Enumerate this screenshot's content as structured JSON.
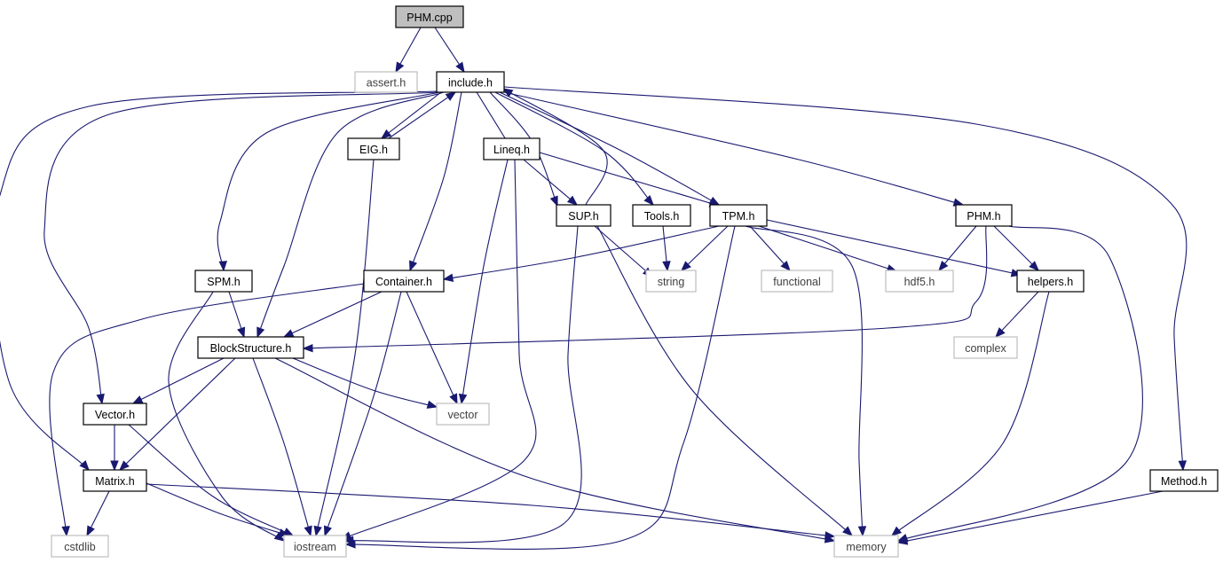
{
  "graph": {
    "nodes": [
      {
        "id": "phm_cpp",
        "label": "PHM.cpp",
        "kind": "root"
      },
      {
        "id": "assert_h",
        "label": "assert.h",
        "kind": "ext"
      },
      {
        "id": "include_h",
        "label": "include.h",
        "kind": "file"
      },
      {
        "id": "eig_h",
        "label": "EIG.h",
        "kind": "file"
      },
      {
        "id": "lineq_h",
        "label": "Lineq.h",
        "kind": "file"
      },
      {
        "id": "sup_h",
        "label": "SUP.h",
        "kind": "file"
      },
      {
        "id": "tools_h",
        "label": "Tools.h",
        "kind": "file"
      },
      {
        "id": "tpm_h",
        "label": "TPM.h",
        "kind": "file"
      },
      {
        "id": "phm_h",
        "label": "PHM.h",
        "kind": "file"
      },
      {
        "id": "spm_h",
        "label": "SPM.h",
        "kind": "file"
      },
      {
        "id": "container_h",
        "label": "Container.h",
        "kind": "file"
      },
      {
        "id": "string",
        "label": "string",
        "kind": "ext"
      },
      {
        "id": "functional",
        "label": "functional",
        "kind": "ext"
      },
      {
        "id": "hdf5_h",
        "label": "hdf5.h",
        "kind": "ext"
      },
      {
        "id": "helpers_h",
        "label": "helpers.h",
        "kind": "file"
      },
      {
        "id": "blockstructure_h",
        "label": "BlockStructure.h",
        "kind": "file"
      },
      {
        "id": "complex",
        "label": "complex",
        "kind": "ext"
      },
      {
        "id": "vector_h",
        "label": "Vector.h",
        "kind": "file"
      },
      {
        "id": "vector",
        "label": "vector",
        "kind": "ext"
      },
      {
        "id": "matrix_h",
        "label": "Matrix.h",
        "kind": "file"
      },
      {
        "id": "method_h",
        "label": "Method.h",
        "kind": "file"
      },
      {
        "id": "cstdlib",
        "label": "cstdlib",
        "kind": "ext"
      },
      {
        "id": "iostream",
        "label": "iostream",
        "kind": "ext"
      },
      {
        "id": "memory",
        "label": "memory",
        "kind": "ext"
      }
    ],
    "edges": [
      [
        "phm_cpp",
        "assert_h"
      ],
      [
        "phm_cpp",
        "include_h"
      ],
      [
        "include_h",
        "eig_h"
      ],
      [
        "eig_h",
        "include_h"
      ],
      [
        "include_h",
        "lineq_h"
      ],
      [
        "include_h",
        "sup_h"
      ],
      [
        "sup_h",
        "include_h"
      ],
      [
        "include_h",
        "tools_h"
      ],
      [
        "include_h",
        "tpm_h"
      ],
      [
        "include_h",
        "phm_h"
      ],
      [
        "include_h",
        "method_h"
      ],
      [
        "include_h",
        "spm_h"
      ],
      [
        "include_h",
        "container_h"
      ],
      [
        "include_h",
        "blockstructure_h"
      ],
      [
        "include_h",
        "vector_h"
      ],
      [
        "include_h",
        "matrix_h"
      ],
      [
        "eig_h",
        "iostream"
      ],
      [
        "lineq_h",
        "sup_h"
      ],
      [
        "lineq_h",
        "tpm_h"
      ],
      [
        "lineq_h",
        "vector"
      ],
      [
        "lineq_h",
        "iostream"
      ],
      [
        "sup_h",
        "string"
      ],
      [
        "sup_h",
        "iostream"
      ],
      [
        "sup_h",
        "memory"
      ],
      [
        "tools_h",
        "string"
      ],
      [
        "tpm_h",
        "container_h"
      ],
      [
        "tpm_h",
        "string"
      ],
      [
        "tpm_h",
        "functional"
      ],
      [
        "tpm_h",
        "hdf5_h"
      ],
      [
        "tpm_h",
        "helpers_h"
      ],
      [
        "tpm_h",
        "memory"
      ],
      [
        "tpm_h",
        "iostream"
      ],
      [
        "phm_h",
        "hdf5_h"
      ],
      [
        "phm_h",
        "helpers_h"
      ],
      [
        "phm_h",
        "blockstructure_h"
      ],
      [
        "phm_h",
        "memory"
      ],
      [
        "helpers_h",
        "complex"
      ],
      [
        "helpers_h",
        "memory"
      ],
      [
        "spm_h",
        "blockstructure_h"
      ],
      [
        "spm_h",
        "iostream"
      ],
      [
        "container_h",
        "blockstructure_h"
      ],
      [
        "container_h",
        "vector"
      ],
      [
        "container_h",
        "iostream"
      ],
      [
        "container_h",
        "cstdlib"
      ],
      [
        "blockstructure_h",
        "vector_h"
      ],
      [
        "blockstructure_h",
        "matrix_h"
      ],
      [
        "blockstructure_h",
        "vector"
      ],
      [
        "blockstructure_h",
        "iostream"
      ],
      [
        "blockstructure_h",
        "memory"
      ],
      [
        "vector_h",
        "matrix_h"
      ],
      [
        "vector_h",
        "iostream"
      ],
      [
        "matrix_h",
        "cstdlib"
      ],
      [
        "matrix_h",
        "iostream"
      ],
      [
        "matrix_h",
        "memory"
      ],
      [
        "method_h",
        "memory"
      ]
    ]
  }
}
